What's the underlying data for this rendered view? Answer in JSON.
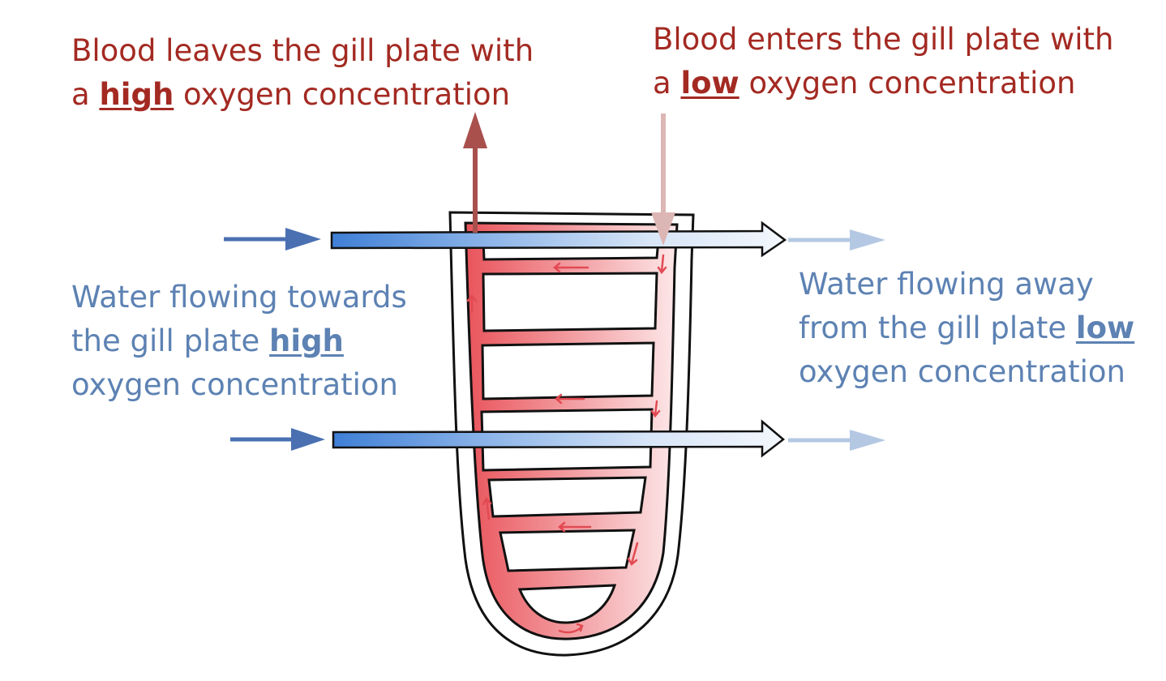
{
  "labels": {
    "blood_leaves": {
      "before": "Blood leaves the gill plate with",
      "line2_prefix": "a ",
      "emphasis": "high",
      "line2_suffix": " oxygen concentration"
    },
    "blood_enters": {
      "before": "Blood enters the gill plate with",
      "line2_prefix": "a ",
      "emphasis": "low",
      "line2_suffix": " oxygen concentration"
    },
    "water_towards": {
      "line1": "Water flowing towards",
      "line2_prefix": "the gill plate ",
      "emphasis": "high",
      "line3": "oxygen concentration"
    },
    "water_away": {
      "line1": "Water flowing away",
      "line2_prefix": "from the gill plate ",
      "emphasis": "low",
      "line3": "oxygen concentration"
    }
  },
  "colors": {
    "blood_text": "#a32a22",
    "water_text": "#5d82b3",
    "blood_high": "#e8535a",
    "blood_low": "#fbe3e4",
    "water_high": "#4a86d8",
    "water_low": "#e8f0fb",
    "outline": "#111111"
  },
  "icons": [
    "arrow-up-icon",
    "arrow-down-icon",
    "arrow-right-icon",
    "small-flow-arrow-icon"
  ]
}
